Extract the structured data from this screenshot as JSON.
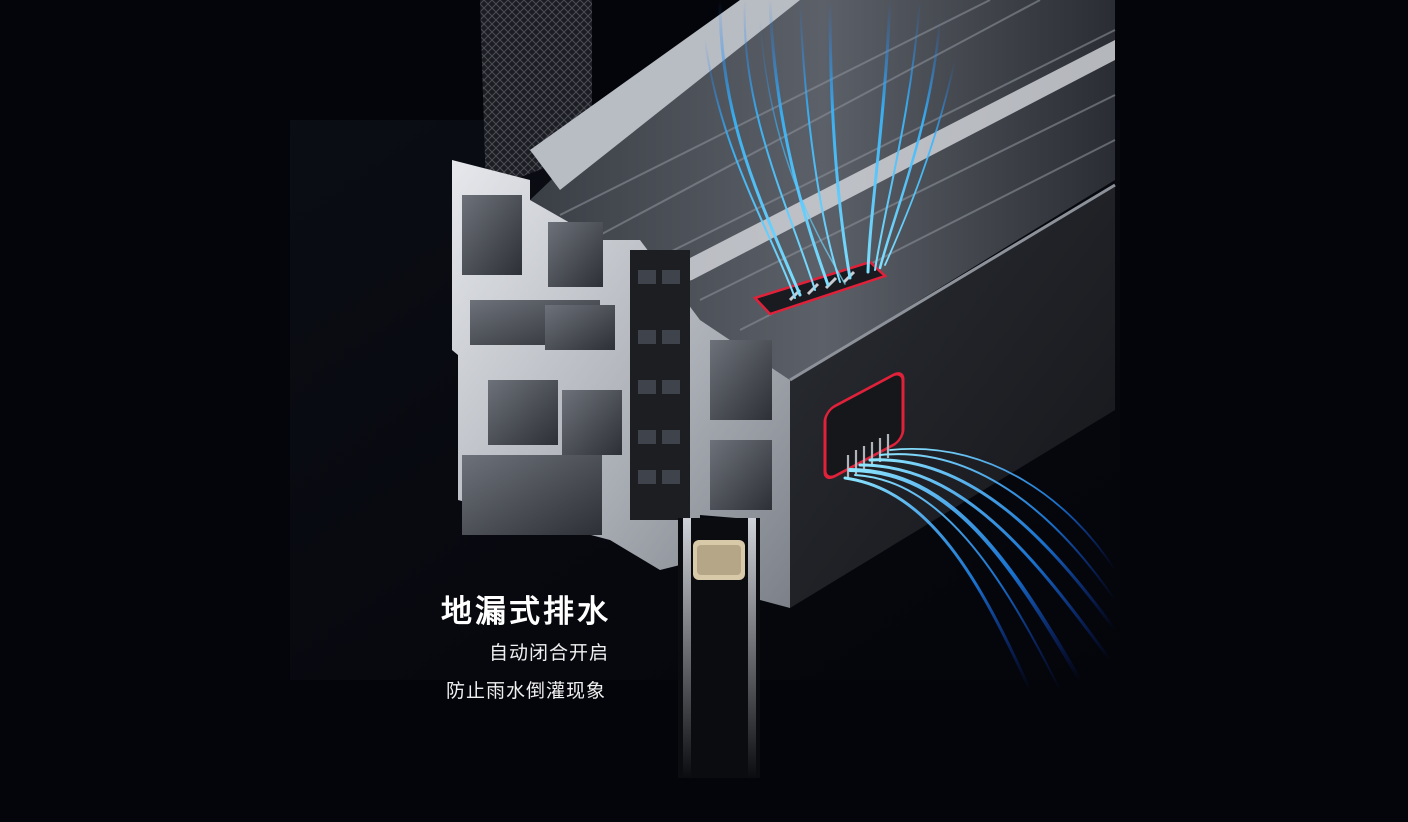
{
  "caption": {
    "title": "地漏式排水",
    "line1": "自动闭合开启",
    "line2": "防止雨水倒灌现象"
  },
  "colors": {
    "background": "#04050a",
    "flow": "#2aa9ff",
    "drain_highlight": "#e0213a",
    "profile_metal": "#c9ccd2"
  }
}
